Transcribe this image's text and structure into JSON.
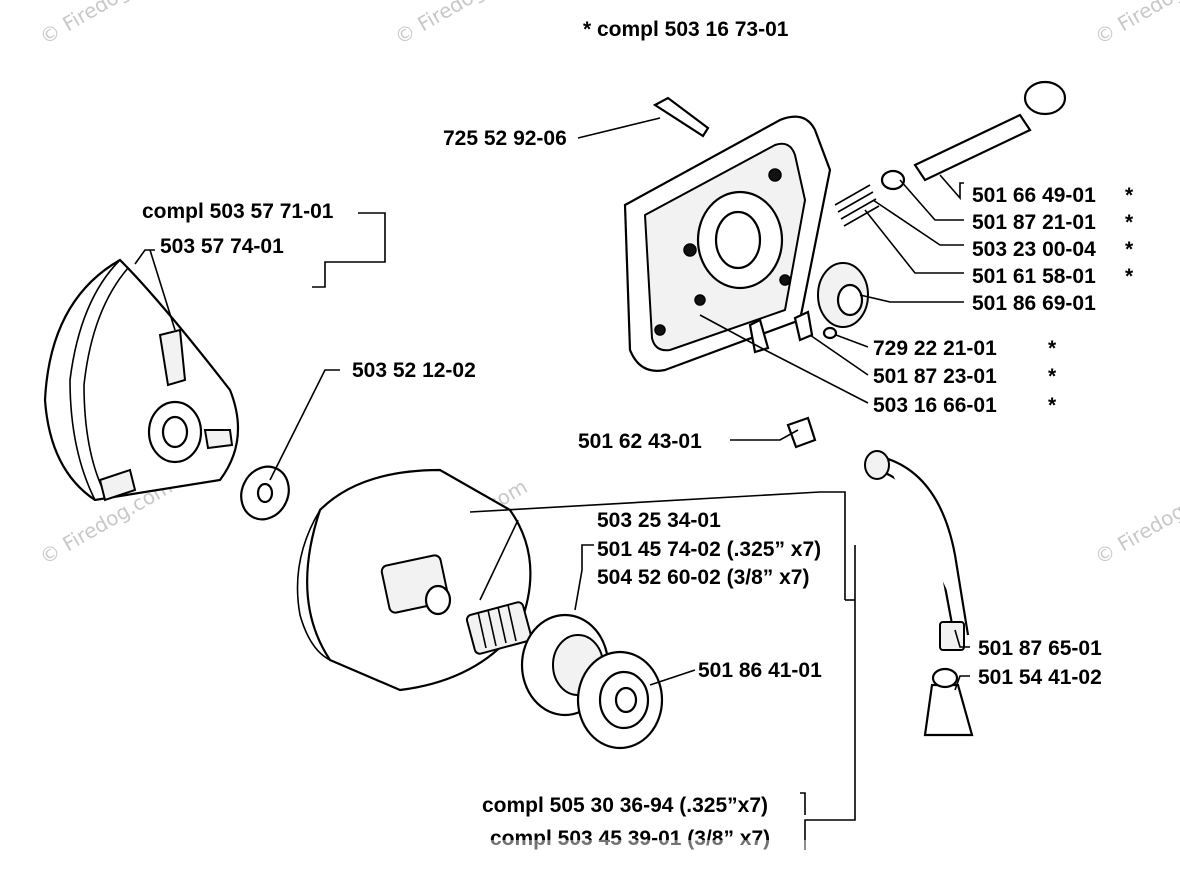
{
  "title_line": "*  compl 503 16 73-01",
  "watermark": "© Firedog.com",
  "labels": {
    "l_725529206": "725 52 92-06",
    "l_compl503577101": "compl 503 57 71-01",
    "l_503577401": "503 57 74-01",
    "l_503521202": "503 52 12-02",
    "l_501664901": "501 66 49-01",
    "l_501872101": "501 87 21-01",
    "l_503230004": "503 23 00-04",
    "l_501615801": "501 61 58-01",
    "l_501866901": "501 86 69-01",
    "l_729222101": "729 22 21-01",
    "l_501872301": "501 87 23-01",
    "l_503166601": "503 16 66-01",
    "l_501624301": "501 62 43-01",
    "l_503253401": "503 25 34-01",
    "l_501457402": "501 45 74-02 (.325” x7)",
    "l_504526002": "504 52 60-02 (3/8” x7)",
    "l_501864101": "501 86 41-01",
    "l_501876501": "501 87 65-01",
    "l_501544102": "501 54 41-02",
    "l_compl505303694": "compl 505 30 36-94 (.325”x7)",
    "l_compl503453901": "compl 503 45 39-01 (3/8” x7)"
  },
  "asterisk": "*"
}
